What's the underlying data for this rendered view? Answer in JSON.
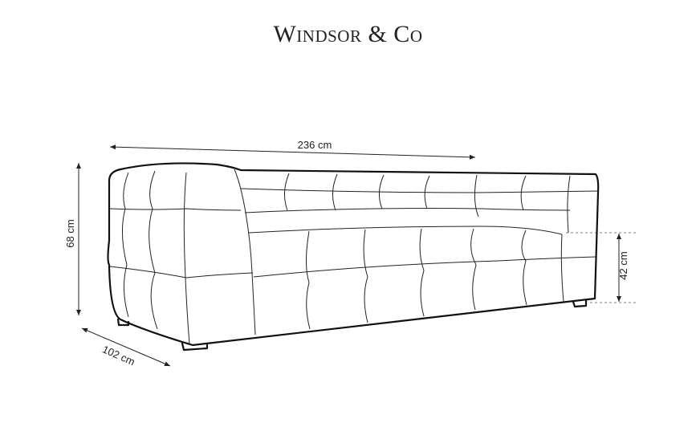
{
  "brand": {
    "logo_text": "Windsor & Co"
  },
  "dimensions": {
    "width": "236 cm",
    "height": "68 cm",
    "depth": "102 cm",
    "seat_height": "42 cm"
  }
}
